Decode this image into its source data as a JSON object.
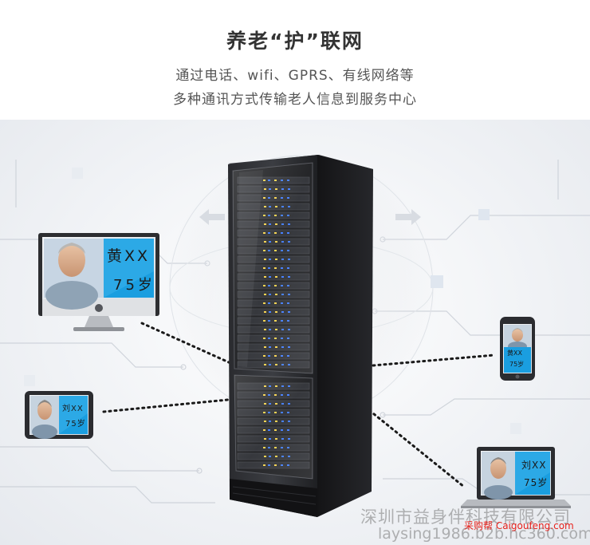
{
  "header": {
    "title": "养老“护”联网",
    "subtitle_line1": "通过电话、wifi、GPRS、有线网络等",
    "subtitle_line2": "多种通讯方式传输老人信息到服务中心"
  },
  "devices": {
    "monitor": {
      "name": "黄XX",
      "age": "75岁"
    },
    "tablet": {
      "name": "刘XX",
      "age": "75岁"
    },
    "phone": {
      "name": "黄XX",
      "age": "75岁"
    },
    "laptop": {
      "name": "刘XX",
      "age": "75岁"
    }
  },
  "watermarks": {
    "company": "深圳市益身伴科技有限公司",
    "site": "laysing1986.b2b.hc360.com",
    "red_mark": "采购帮 Caigoufeng.com"
  },
  "colors": {
    "accent_blue": "#1a9ee0",
    "rack_black": "#1b1b1d",
    "server_led_blue": "#3f7bff",
    "server_led_yellow": "#f6d24a"
  }
}
